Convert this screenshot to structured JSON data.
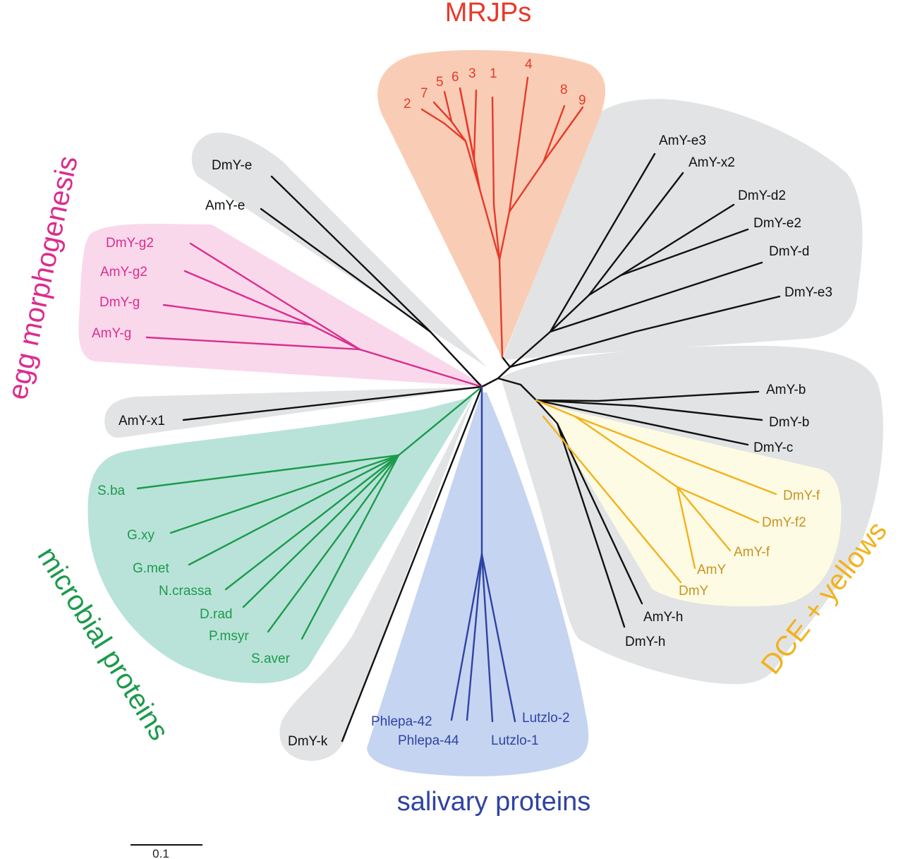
{
  "colors": {
    "mrjp": "#e8392a",
    "egg": "#db2d8e",
    "microbial": "#1c9a4c",
    "salivary": "#2f43a3",
    "dce": "#f2b21c",
    "dce_text": "#c89320",
    "black": "#111111",
    "bg_gray": "#e2e3e4",
    "bg_mrjp": "#f9cdb5",
    "bg_egg": "#fad8eb",
    "bg_microbial": "#b9e3d9",
    "bg_salivary": "#c5d4f0",
    "bg_dce": "#fefbe4"
  },
  "groups": {
    "mrjps": "MRJPs",
    "egg": "egg morphogenesis",
    "microbial": "microbial proteins",
    "salivary": "salivary proteins",
    "dce": "DCE + yellows"
  },
  "leaves": {
    "mrjp": [
      "2",
      "7",
      "5",
      "6",
      "3",
      "1",
      "4",
      "8",
      "9"
    ],
    "amy_e3": "AmY-e3",
    "amy_x2": "AmY-x2",
    "dmy_d2": "DmY-d2",
    "dmy_e2": "DmY-e2",
    "dmy_d": "DmY-d",
    "dmy_e3": "DmY-e3",
    "dmy_e": "DmY-e",
    "amy_e": "AmY-e",
    "dmy_g2": "DmY-g2",
    "amy_g2": "AmY-g2",
    "dmy_g": "DmY-g",
    "amy_g": "AmY-g",
    "amy_x1": "AmY-x1",
    "amy_b": "AmY-b",
    "dmy_b": "DmY-b",
    "dmy_c": "DmY-c",
    "dmy_f": "DmY-f",
    "dmy_f2": "DmY-f2",
    "amy_f": "AmY-f",
    "amy": "AmY",
    "dmy": "DmY",
    "amy_h": "AmY-h",
    "dmy_h": "DmY-h",
    "s_ba": "S.ba",
    "g_xy": "G.xy",
    "g_met": "G.met",
    "n_crassa": "N.crassa",
    "d_rad": "D.rad",
    "p_msyr": "P.msyr",
    "s_aver": "S.aver",
    "phlepa_42": "Phlepa-42",
    "phlepa_44": "Phlepa-44",
    "lutzlo_1": "Lutzlo-1",
    "lutzlo_2": "Lutzlo-2",
    "dmy_k": "DmY-k"
  },
  "scale_bar": {
    "label": "0.1"
  }
}
